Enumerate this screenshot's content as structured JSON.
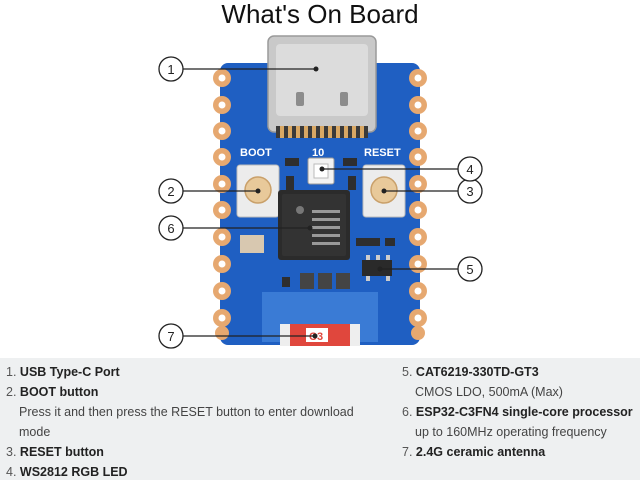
{
  "title": "What's On Board",
  "board_labels": {
    "boot": "BOOT",
    "io": "10",
    "reset": "RESET",
    "antenna_mark": "C3"
  },
  "callouts": [
    "1",
    "2",
    "3",
    "4",
    "5",
    "6",
    "7"
  ],
  "legend": {
    "items": [
      {
        "num": "1.",
        "name": "USB Type-C Port",
        "desc": ""
      },
      {
        "num": "2.",
        "name": "BOOT button",
        "desc": "Press it and then press the RESET button to enter download mode"
      },
      {
        "num": "3.",
        "name": "RESET button",
        "desc": ""
      },
      {
        "num": "4.",
        "name": "WS2812 RGB LED",
        "desc": ""
      },
      {
        "num": "5.",
        "name": "CAT6219-330TD-GT3",
        "desc": "CMOS LDO, 500mA (Max)"
      },
      {
        "num": "6.",
        "name": "ESP32-C3FN4 single-core processor",
        "desc": "up to 160MHz operating frequency"
      },
      {
        "num": "7.",
        "name": "2.4G ceramic antenna",
        "desc": ""
      }
    ]
  },
  "colors": {
    "pcb": "#1f5fc2",
    "pad": "#e6a870",
    "gold": "#d9a864",
    "connector": "#c9c9c9",
    "antenna": "#e0473d",
    "chip": "#2b2b2b"
  }
}
